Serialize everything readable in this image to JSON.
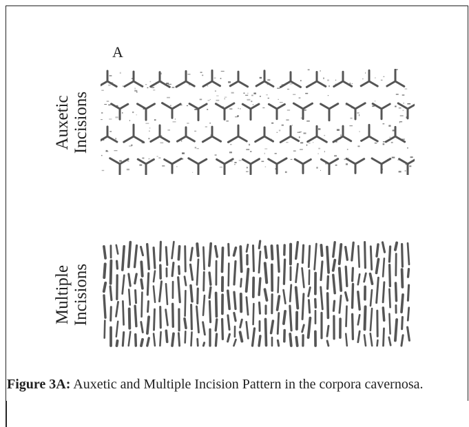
{
  "figure": {
    "panel_letter": "A",
    "rows": [
      {
        "label_line1": "Auxetic",
        "label_line2": "Incisions"
      },
      {
        "label_line1": "Multiple",
        "label_line2": "Incisions"
      }
    ],
    "caption_bold": "Figure 3A:",
    "caption_text": " Auxetic and Multiple Incision Pattern in the corpora cavernosa.",
    "pattern_color": "#555555"
  }
}
